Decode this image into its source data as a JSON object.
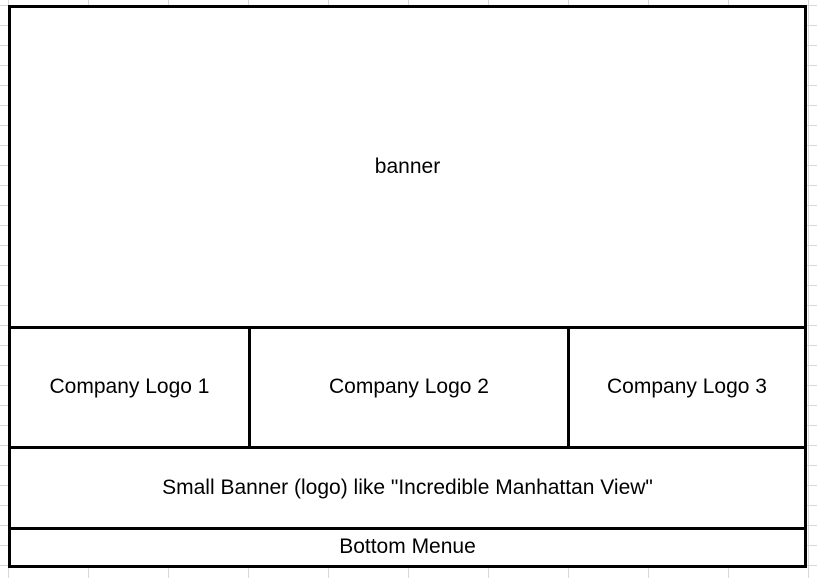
{
  "colors": {
    "border": "#000000",
    "gridline": "#d8d8d8",
    "canvas": "#ffffff",
    "text": "#000000"
  },
  "wireframe": {
    "banner": {
      "label": "banner"
    },
    "logo_row": [
      {
        "label": "Company Logo 1"
      },
      {
        "label": "Company Logo 2"
      },
      {
        "label": "Company Logo 3"
      }
    ],
    "small_banner": {
      "label": "Small Banner (logo) like \"Incredible Manhattan View\""
    },
    "bottom_menu": {
      "label": "Bottom Menue"
    }
  }
}
